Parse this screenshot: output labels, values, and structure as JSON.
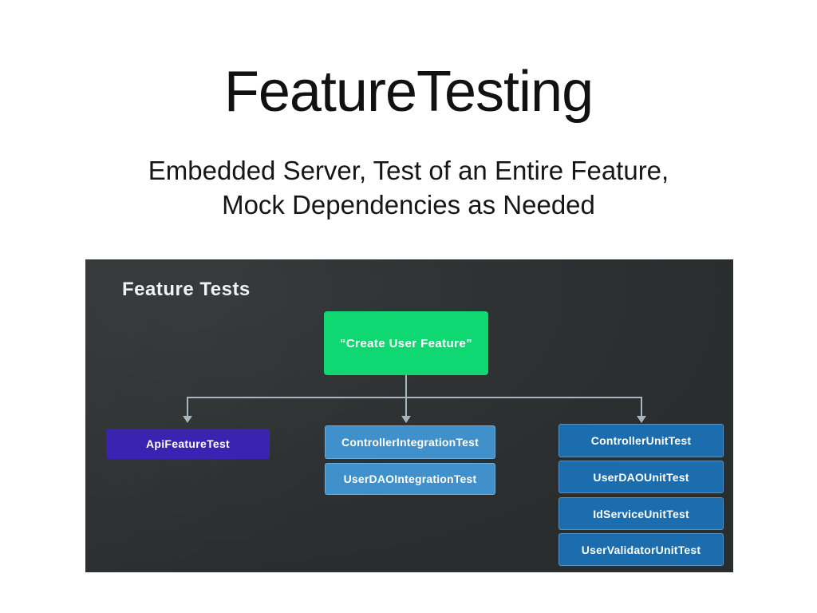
{
  "slide": {
    "title": "FeatureTesting",
    "subtitle_line1": "Embedded Server, Test of an Entire Feature,",
    "subtitle_line2": "Mock Dependencies as Needed"
  },
  "diagram": {
    "heading": "Feature Tests",
    "root": {
      "label": "“Create User Feature”"
    },
    "columns": [
      {
        "name": "feature-test",
        "boxes": [
          {
            "label": "ApiFeatureTest"
          }
        ]
      },
      {
        "name": "integration-tests",
        "boxes": [
          {
            "label": "ControllerIntegrationTest"
          },
          {
            "label": "UserDAOIntegrationTest"
          }
        ]
      },
      {
        "name": "unit-tests",
        "boxes": [
          {
            "label": "ControllerUnitTest"
          },
          {
            "label": "UserDAOUnitTest"
          },
          {
            "label": "IdServiceUnitTest"
          },
          {
            "label": "UserValidatorUnitTest"
          }
        ]
      }
    ],
    "colors": {
      "panel_bg": "#2c3031",
      "connector": "#a9b5bc",
      "root_green": "#0fd873",
      "feature_purple": "#3a23b0",
      "integration_blue": "#4090cc",
      "unit_blue": "#1c6dad"
    }
  }
}
